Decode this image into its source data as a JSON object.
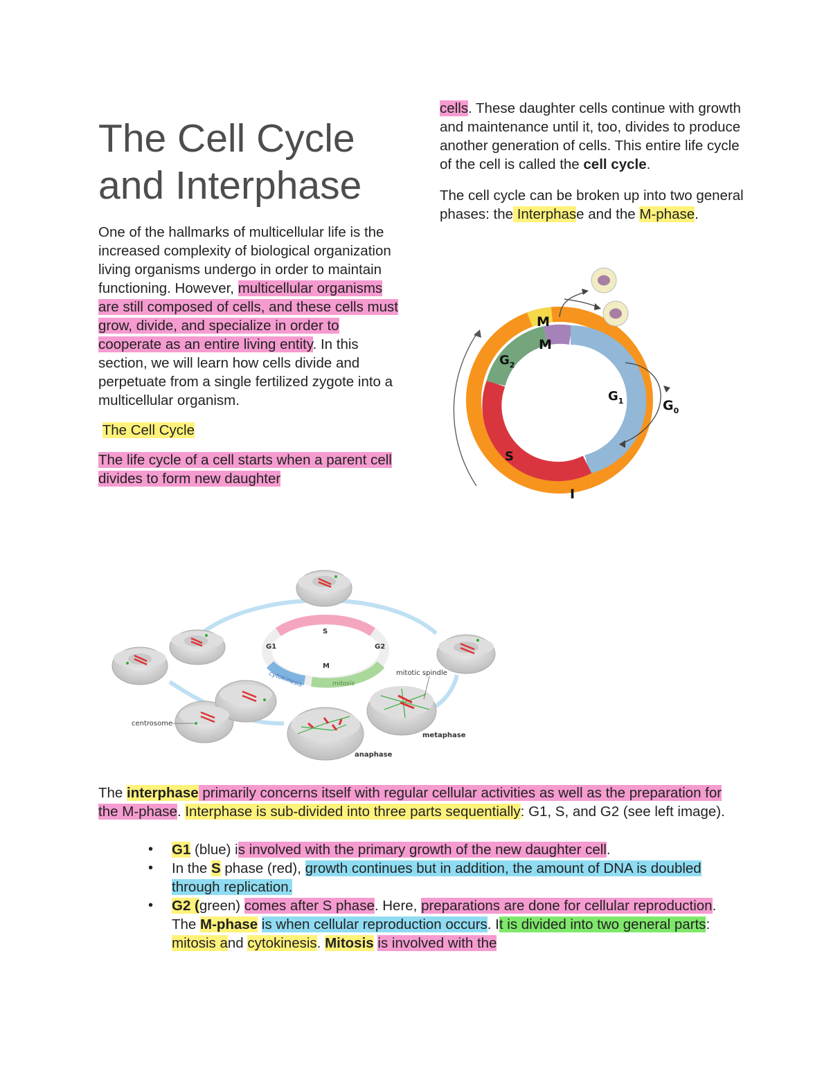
{
  "title": "The Cell Cycle and Interphase",
  "left": {
    "intro_plain": "One of the hallmarks of multicellular life is the increased complexity of biological organization living organisms undergo in order to maintain functioning. However, ",
    "intro_highlight": "multicellular organisms are still composed of cells, and these cells must grow, divide, and specialize in order to cooperate as an entire living entity",
    "intro_tail": ". In this section, we will learn how cells divide and perpetuate from a single fertilized zygote into a multicellular organism.",
    "subheading": "The Cell Cycle",
    "lifecycle_highlight": "The life cycle of a cell starts when a parent cell divides to form new daughter"
  },
  "right": {
    "cont_highlight": "cells",
    "cont_text": ". These daughter cells continue with growth and maintenance until it, too, divides to produce another generation of cells. This entire life cycle of the cell is called the ",
    "cont_bold": "cell cycle",
    "cont_end": ".",
    "phases_a": "The cell cycle can be broken up into two general phases: the",
    "phases_interphase": " Interphas",
    "phases_b": "e and the ",
    "phases_mphase": "M-phase",
    "phases_end": "."
  },
  "cycle_diagram": {
    "labels": {
      "outer_m": "M",
      "inner_m": "M",
      "g2": "G",
      "g2_sub": "2",
      "g1": "G",
      "g1_sub": "1",
      "g0": "G",
      "g0_sub": "0",
      "s": "S",
      "i": "I"
    },
    "colors": {
      "outer": "#f7941d",
      "g1": "#93b7d6",
      "s": "#d9353f",
      "g2": "#74a57d",
      "m_inner": "#a583b8",
      "m_outer": "#f5d94a",
      "cell": "#f2ecc4",
      "nucleus": "#a77fa3"
    }
  },
  "mitosis_diagram": {
    "ring_labels": {
      "s": "S",
      "g1": "G1",
      "g2": "G2",
      "m": "M",
      "cytokinesis": "cytokinesis",
      "mitosis": "mitosis"
    },
    "callouts": {
      "spindle": "mitotic spindle",
      "centrosome": "centrosome",
      "metaphase": "metaphase",
      "anaphase": "anaphase"
    }
  },
  "interphase": {
    "t1": "The ",
    "t2_bold": "interphase",
    "t3_hl": " primarily concerns itself with regular cellular activities as well as the preparation for the M-phase",
    "t4": ". ",
    "t5_hl": "Interphase is sub-divided into three parts sequentially",
    "t6": ": G1, S, and G2 (see left image)."
  },
  "bullets": {
    "b1_bold": "G1",
    "b1_a": " (blue) i",
    "b1_hl": "s involved with the primary growth of the new daughter cell",
    "b1_end": ".",
    "b2_a": "In the ",
    "b2_bold": "S",
    "b2_b": " phase (red), ",
    "b2_hl": "growth continues but in addition, the amount of DNA is doubled through replication.",
    "b3_bold": "G2 (",
    "b3_a": "green) ",
    "b3_hl1": "comes after S phase",
    "b3_b": ". Here, ",
    "b3_hl2": "preparations are done for cellular reproduction",
    "b3_c": ". The ",
    "b3_bold2": "M-phase",
    "b3_d": " ",
    "b3_hl3": "is when cellular reproduction occurs",
    "b3_e": ". I",
    "b3_hl4": "t is divided into two general parts",
    "b3_f": ": ",
    "b3_hl5": "mitosis a",
    "b3_g": "nd ",
    "b3_hl6": "cytokinesis",
    "b3_h": ". ",
    "b3_bold3": "Mitosis",
    "b3_i": " ",
    "b3_hl7": "is involved with the"
  }
}
